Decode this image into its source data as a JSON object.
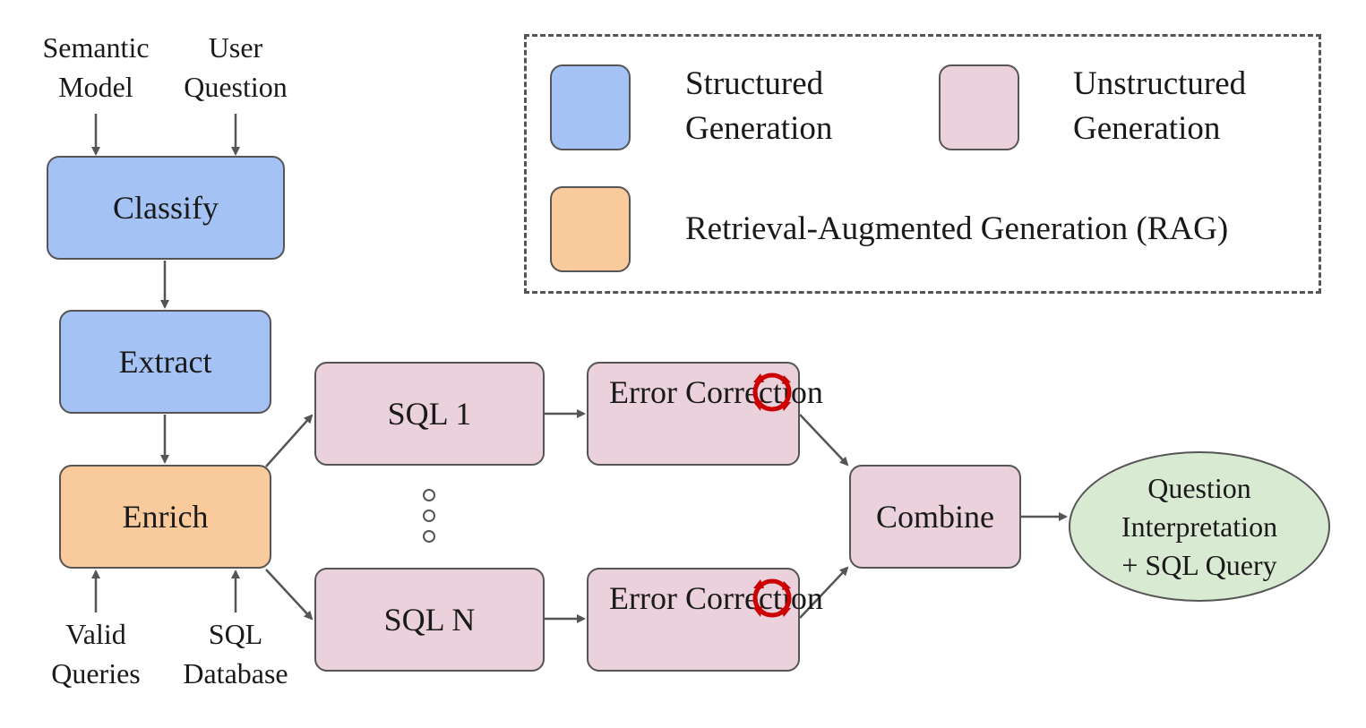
{
  "inputs": {
    "semantic_model": "Semantic\nModel",
    "user_question": "User\nQuestion",
    "valid_queries": "Valid\nQueries",
    "sql_database": "SQL\nDatabase"
  },
  "steps": {
    "classify": "Classify",
    "extract": "Extract",
    "enrich": "Enrich",
    "sql_1": "SQL 1",
    "sql_n": "SQL N",
    "error_correction_1": "Error\nCorrection",
    "error_correction_n": "Error\nCorrection",
    "combine": "Combine"
  },
  "output": {
    "label": "Question\nInterpretation\n+ SQL Query"
  },
  "legend": {
    "structured": "Structured\nGeneration",
    "unstructured": "Unstructured\nGeneration",
    "rag": "Retrieval-Augmented Generation (RAG)"
  },
  "colors": {
    "structured": "#a4c2f4",
    "unstructured": "#ead1dc",
    "rag": "#f9cb9c",
    "output": "#d9ead3",
    "arrow": "#555555",
    "cycle_icon": "#cc0000"
  },
  "icons": {
    "error_correction": "refresh-cycle-icon",
    "ellipsis": "vertical-ellipsis-dots"
  }
}
